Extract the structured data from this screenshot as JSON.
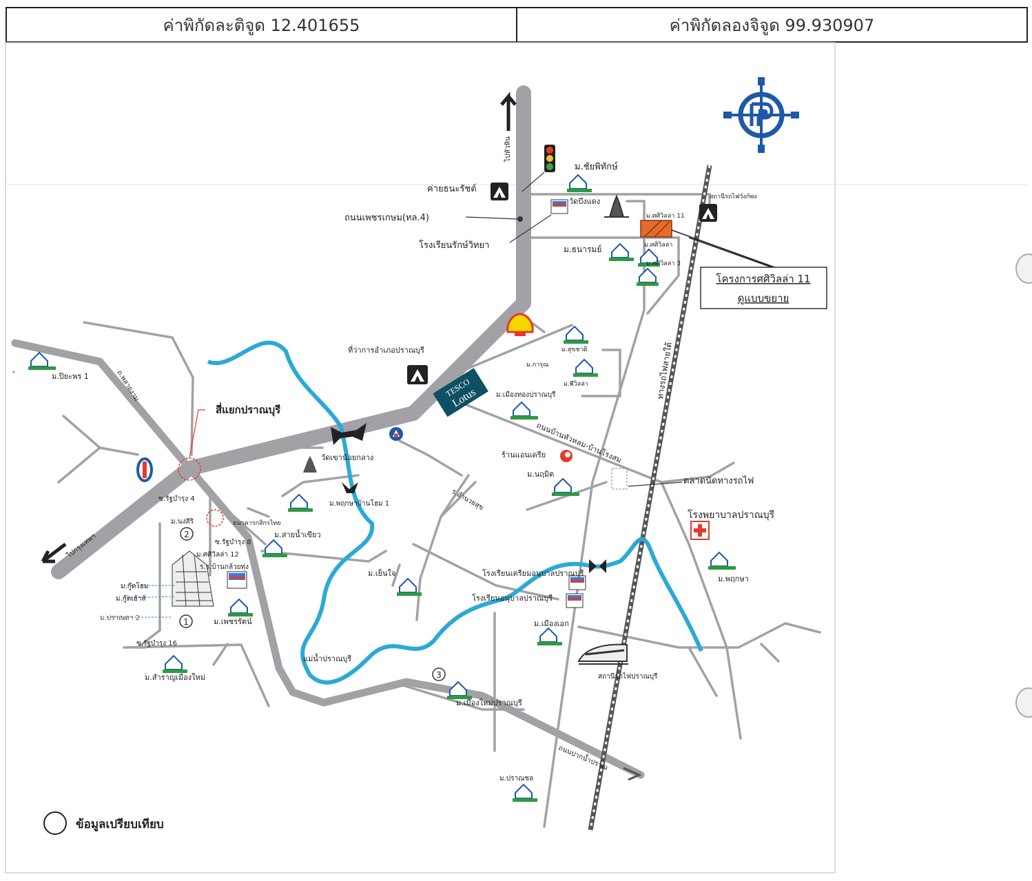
{
  "header": {
    "latitude": "ค่าพิกัดละติจูด 12.401655",
    "longitude": "ค่าพิกัดลองจิจูด 99.930907"
  },
  "labels": {
    "north_road": "ไปหัวหิน",
    "south_road": "ไปกรุงเทพฯ",
    "camp": "ค่ายธนะรัชต์",
    "highway": "ถนนเพชรเกษม(ทล.4)",
    "school_rak": "โรงเรียนรักษ์วิทยา",
    "village_chaiyaphithak": "ม.ชัยพิทักษ์",
    "temple_top": "วัดบึงแดง",
    "station_top": "สถานีรถไฟวังก์พง",
    "siwilla_11": "ม.ศศิวิลล่า 11",
    "siwilla_a": "ม.ศศิวิลล่า",
    "siwilla_b": "ม.ศศิวิลล่า 3",
    "village_thanarom": "ม.ธนารมย์",
    "project_line1": "โครงการศศิวิลล่า 11",
    "project_line2": "ดูแบบขยาย",
    "district_office": "ที่ว่าการอำเภอปราณบุรี",
    "village_picha": "ม.ปิยะพร 1",
    "road_phlaengam": "ถ.พลายงาม",
    "intersection": "สี่แยกปราณบุรี",
    "village_karuna": "ม.การุณ",
    "village_sukchat": "ม.สุขชาติ",
    "village_pwilla": "ม.พีวิลล่า",
    "village_mueangthong": "ม.เมืองทองปราณบุรี",
    "tesco_top": "TESCO",
    "tesco_bottom": "Lotus",
    "road_huathanon": "ถนนบ้านหัวหลม-บ้านโรงสม",
    "shop_plan": "ร้านแอนเดรีย",
    "village_naris": "ม.นฤมิต",
    "market": "ตลาดนัดทางรถไฟ",
    "temple_mid": "วัดเขาน้อยกลาง",
    "rat_amnuai": "ร.อำนวยสุข",
    "hospital": "โรงพยาบาลปราณบุรี",
    "village_pruksa": "ม.พฤกษา",
    "railway": "ทางรถไฟสายใต้",
    "soi4": "ซ.รัฐบำรุง 4",
    "village_nangsiri": "ม.นงสิริ",
    "village_phamuk": "ม.พฤกษาบ้านโฮม 1",
    "bank": "ธนาคารกสิกรไทย",
    "village_lainamriao": "ม.สายน้ำเขียว",
    "soi_rat8": "ซ.รัฐบำรุง 8",
    "siwilla12": "ม.ศศิวิลล่า 12",
    "school_ban": "ร.ร.บ้านกล้วยทุ่ง",
    "village_kutlom": "ม.กู๊ดโฮม",
    "village_kutchai": "ม.กู๊ดเฮ้าส์",
    "village_pranmadi": "ม.ปราณดา 2",
    "village_phetrat": "ม.เพชรรัตน์",
    "village_yenjai": "ม.เย็นใจ",
    "school_triam": "โรงเรียนเตรียมอนุบาลปราณบุรี",
    "school_anuban": "โรงเรียนอนุบาลปราณบุรี",
    "village_mueang_ek": "ม.เมืองเอก",
    "station_pran": "สถานีรถไฟปราณบุรี",
    "river": "แม่น้ำปราณบุรี",
    "soi16": "ซ.รัฐบำรุง 16",
    "village_samruang": "ม.สำราญเมืองใหม่",
    "village_mueangmai": "ม.เมืองใหม่ปราณบุรี",
    "road_pakno": "ถนนปากน้ำปราณ",
    "village_pranchon": "ม.ปราณชล",
    "num1": "1",
    "num2": "2",
    "num3": "3",
    "legend": "ข้อมูลเปรียบเทียบ"
  },
  "colors": {
    "road": "#a2a2a6",
    "river": "#2ca9d6",
    "project": "#e86a2a",
    "compass": "#1e58a8"
  }
}
